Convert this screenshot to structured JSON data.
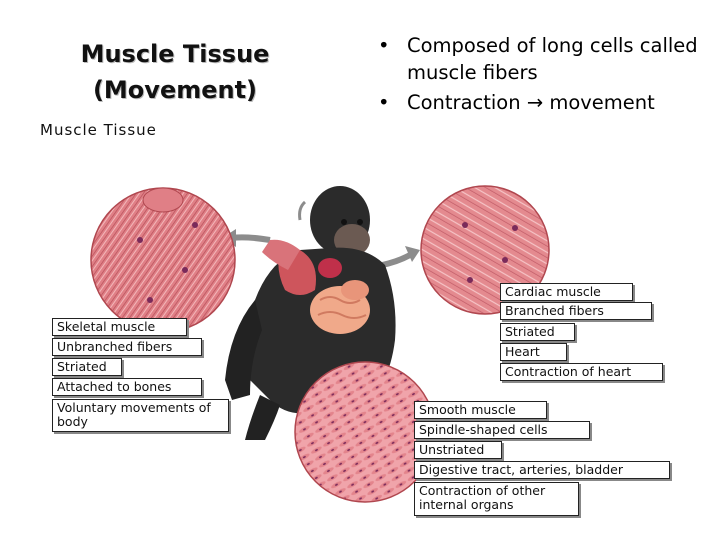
{
  "slide": {
    "title_line1": "Muscle Tissue",
    "title_line2": "(Movement)"
  },
  "bullets": [
    "Composed of long cells called muscle fibers",
    "Contraction → movement"
  ],
  "figure": {
    "title": "Muscle Tissue",
    "skeletal": {
      "labels": [
        "Skeletal muscle",
        "Unbranched fibers",
        "Striated",
        "Attached to bones",
        "Voluntary movements of body"
      ]
    },
    "cardiac": {
      "labels": [
        "Cardiac muscle",
        "Branched fibers",
        "Striated",
        "Heart",
        "Contraction of heart"
      ]
    },
    "smooth": {
      "labels": [
        "Smooth muscle",
        "Spindle-shaped cells",
        "Unstriated",
        "Digestive tract, arteries, bladder",
        "Contraction of other internal organs"
      ]
    },
    "colors": {
      "tissue": "#d9737a",
      "tissue_light": "#f2b6b8",
      "nuclei": "#7a2a5a",
      "fur": "#2b2b2b",
      "organ": "#f0a98a",
      "arrow": "#8c8c8c"
    }
  }
}
